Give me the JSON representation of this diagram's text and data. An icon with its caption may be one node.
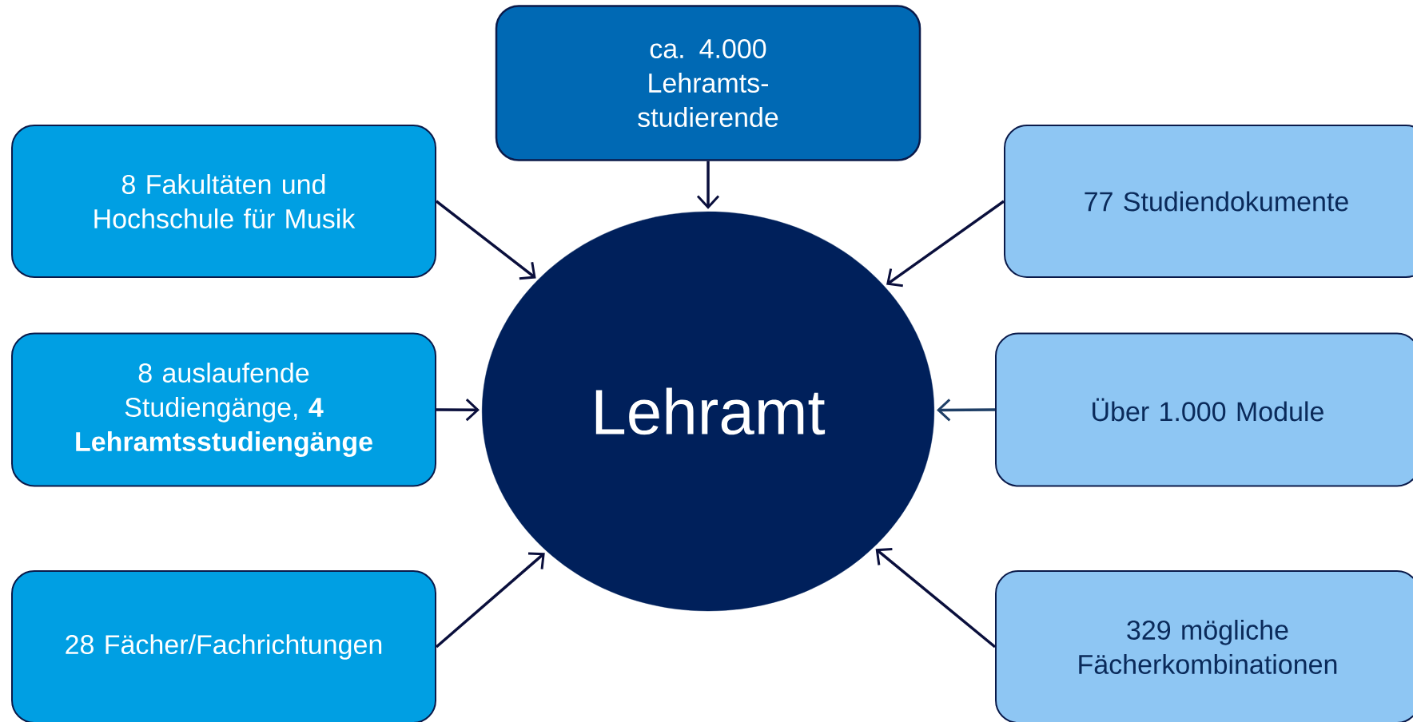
{
  "diagram": {
    "nodes": [
      {
        "text": [
          "ca. 4.000 Lehramts- studierende"
        ]
      },
      {
        "text": [
          "8 Fakultäten und Hochschule für Musik"
        ]
      },
      {
        "text": [
          "8 auslaufende Studiengänge, **4 Lehramtsstudiengänge**"
        ]
      },
      {
        "text": [
          "28 Fächer/Fachrichtungen"
        ]
      },
      {
        "text": [
          "Lehramt"
        ]
      },
      {
        "text": [
          "77 Studiendokumente"
        ]
      },
      {
        "text": [
          "Über 1.000 Module"
        ]
      },
      {
        "text": [
          "329 mögliche Fächerkombinationen"
        ]
      }
    ],
    "edges": [
      {
        "from": 0,
        "to": 4,
        "arrow": "to"
      },
      {
        "from": 1,
        "to": 4,
        "arrow": "to"
      },
      {
        "from": 2,
        "to": 4,
        "arrow": "to"
      },
      {
        "from": 3,
        "to": 4,
        "arrow": "to"
      },
      {
        "from": 5,
        "to": 4,
        "arrow": "to"
      },
      {
        "from": 6,
        "to": 4,
        "arrow": "to",
        "color": "#1f3f66"
      },
      {
        "from": 7,
        "to": 4,
        "arrow": "to"
      }
    ]
  }
}
